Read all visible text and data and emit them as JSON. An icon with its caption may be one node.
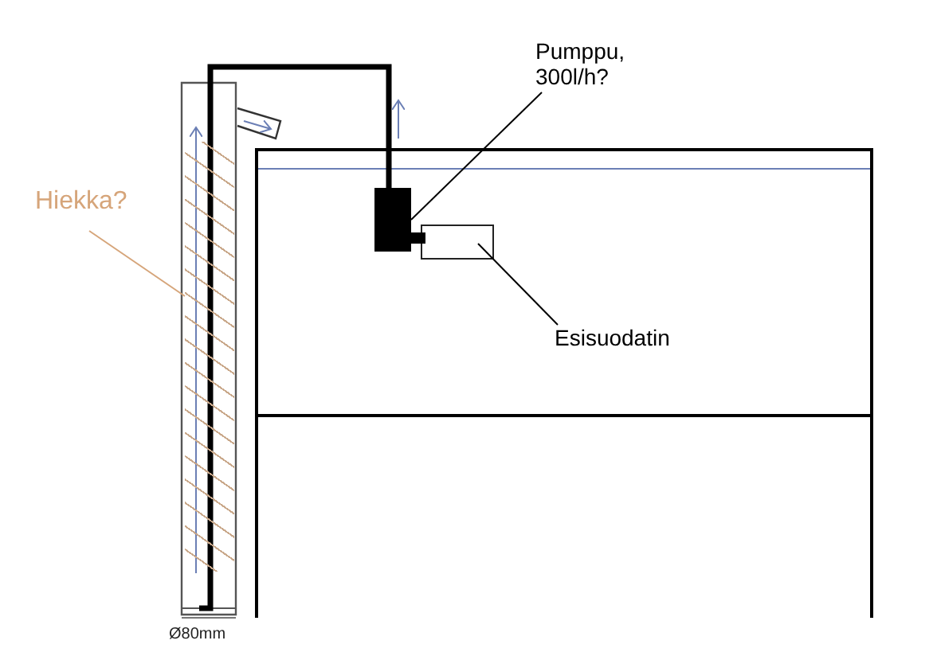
{
  "diagram": {
    "nodes": [
      {
        "text": [
          "Hiekka?"
        ]
      },
      {
        "text": [],
        "shape": "box"
      },
      {
        "text": [
          "Pumppu, 300l/h?"
        ]
      },
      {
        "text": [],
        "shape": "box"
      },
      {
        "text": [
          "Esisuodatin"
        ]
      },
      {
        "text": [],
        "shape": "box"
      }
    ],
    "edges": [
      {
        "from": 0,
        "to": 1,
        "arrow": "none",
        "color": "#d6a57a"
      },
      {
        "from": 2,
        "to": 3,
        "arrow": "none"
      },
      {
        "from": 4,
        "to": 5,
        "arrow": "none"
      }
    ],
    "labels": [
      "Ø80mm"
    ]
  }
}
